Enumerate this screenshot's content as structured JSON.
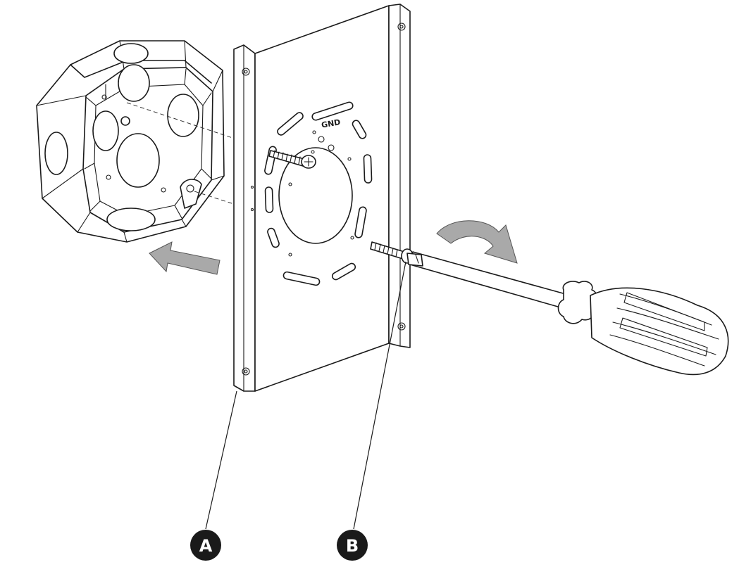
{
  "labels": {
    "gnd": "GND"
  },
  "callouts": [
    {
      "id": "A",
      "label": "A"
    },
    {
      "id": "B",
      "label": "B"
    }
  ],
  "colors": {
    "line": "#1a1a1a",
    "arrow_fill": "#a9a9a9",
    "callout_fill": "#1a1a1a",
    "callout_text": "#ffffff",
    "background": "#ffffff"
  },
  "icons": {
    "push_arrow": "arrow-left-icon",
    "rotate_arrow": "rotate-clockwise-icon"
  }
}
